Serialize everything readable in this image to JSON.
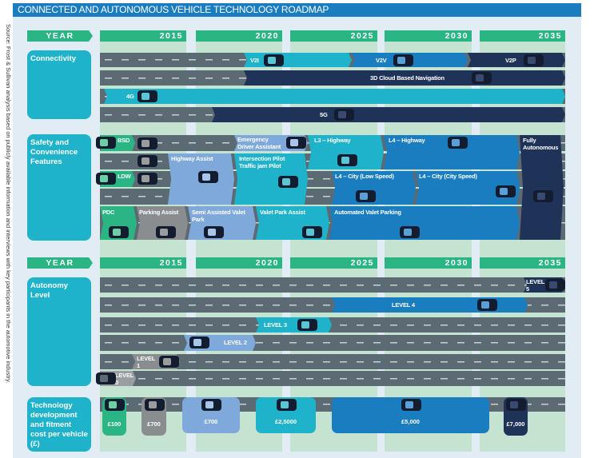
{
  "title": "CONNECTED AND AUTONOMOUS VEHICLE TECHNOLOGY ROADMAP",
  "source_note": "Source: Frost & Sullivan analysis based on publicly available information and interviews with key participants in the automotive industry.",
  "year_label": "YEAR",
  "years": [
    "2015",
    "2020",
    "2025",
    "2030",
    "2035"
  ],
  "colors": {
    "teal": "#1eb3ca",
    "blue": "#1a7dc0",
    "dark": "#1f3358",
    "light_blue": "#7fa9da",
    "green": "#2bb585",
    "gray": "#8a8d90",
    "road": "#5c6b73",
    "header": "#1a7dc0"
  },
  "connectivity": {
    "label": "Connectivity",
    "items": [
      "V2I",
      "V2V",
      "V2P",
      "3D Cloud Based Navigation",
      "4G",
      "5G"
    ]
  },
  "safety": {
    "label": "Safety and Convenience Features",
    "items": [
      "BSD",
      "Emergency Driver Assistant",
      "L3 – Highway",
      "L4 – Highway",
      "Fully Autonomous",
      "Highway Assist",
      "Intersection Pilot Traffic jam Pilot",
      "LDW",
      "L4 – City (Low Speed)",
      "L4 – City (City Speed)",
      "PDC",
      "Parking Assist",
      "Semi Assisted Valet Park",
      "Valet Park Assist",
      "Automated Valet Parking"
    ]
  },
  "autonomy": {
    "label": "Autonomy Level",
    "levels": [
      "LEVEL 5",
      "LEVEL 4",
      "LEVEL 3",
      "LEVEL 2",
      "LEVEL 1",
      "LEVEL 0"
    ]
  },
  "cost": {
    "label": "Technology development and fitment cost per vehicle (£)",
    "values": [
      "£100",
      "£700",
      "£700",
      "£2,5000",
      "£5,000",
      "£7,000"
    ]
  }
}
